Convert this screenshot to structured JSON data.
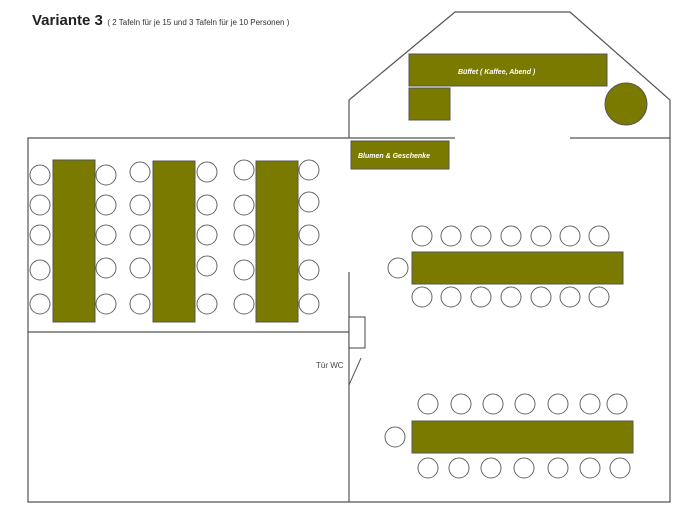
{
  "title": {
    "main": "Variante 3",
    "note": "( 2 Tafeln für je 15 und 3 Tafeln für je 10 Personen )"
  },
  "labels": {
    "buffet": "Büffet ( Kaffee, Abend )",
    "flowers": "Blumen & Geschenke",
    "door_wc": "Tür WC"
  },
  "colors": {
    "table": "#7a7a00",
    "wall": "#555555"
  }
}
